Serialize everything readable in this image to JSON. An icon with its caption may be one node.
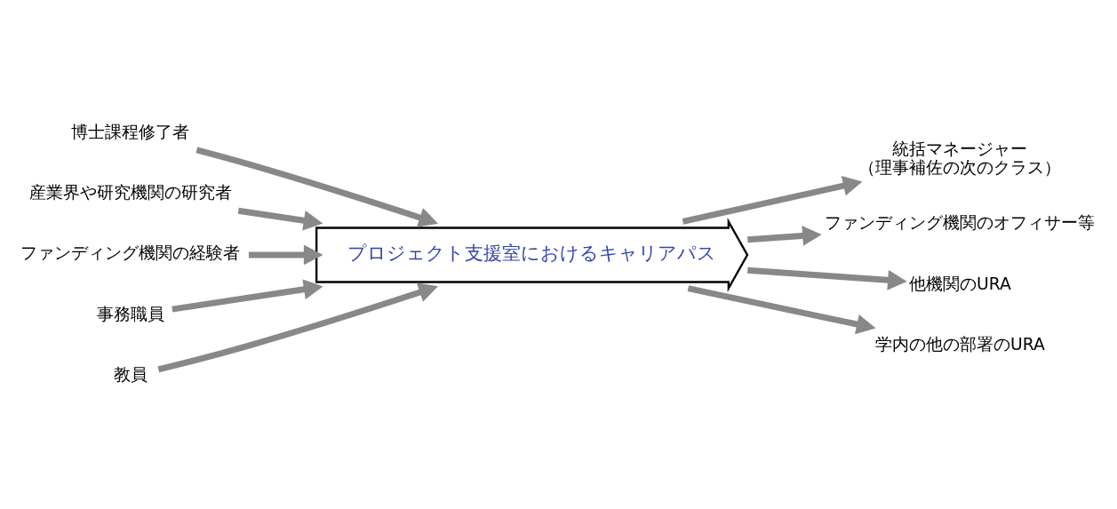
{
  "diagram": {
    "nodes": [
      {
        "text": [
          "博士課程修了者"
        ]
      },
      {
        "text": [
          "産業界や研究機関の研究者"
        ]
      },
      {
        "text": [
          "ファンディング機関の経験者"
        ]
      },
      {
        "text": [
          "事務職員"
        ]
      },
      {
        "text": [
          "教員"
        ]
      },
      {
        "text": [
          "プロジェクト支援室におけるキャリアパス"
        ]
      },
      {
        "text": [
          "統括マネージャー",
          "（理事補佐の次のクラス）"
        ]
      },
      {
        "text": [
          "ファンディング機関のオフィサー等"
        ]
      },
      {
        "text": [
          "他機関のURA"
        ]
      },
      {
        "text": [
          "学内の他の部署のURA"
        ]
      }
    ],
    "edges": [
      {
        "from": 0,
        "to": 5,
        "arrow": "to"
      },
      {
        "from": 1,
        "to": 5,
        "arrow": "to"
      },
      {
        "from": 2,
        "to": 5,
        "arrow": "to"
      },
      {
        "from": 3,
        "to": 5,
        "arrow": "to"
      },
      {
        "from": 4,
        "to": 5,
        "arrow": "to"
      },
      {
        "from": 5,
        "to": 6,
        "arrow": "to"
      },
      {
        "from": 5,
        "to": 7,
        "arrow": "to"
      },
      {
        "from": 5,
        "to": 8,
        "arrow": "to"
      },
      {
        "from": 5,
        "to": 9,
        "arrow": "to"
      }
    ]
  }
}
